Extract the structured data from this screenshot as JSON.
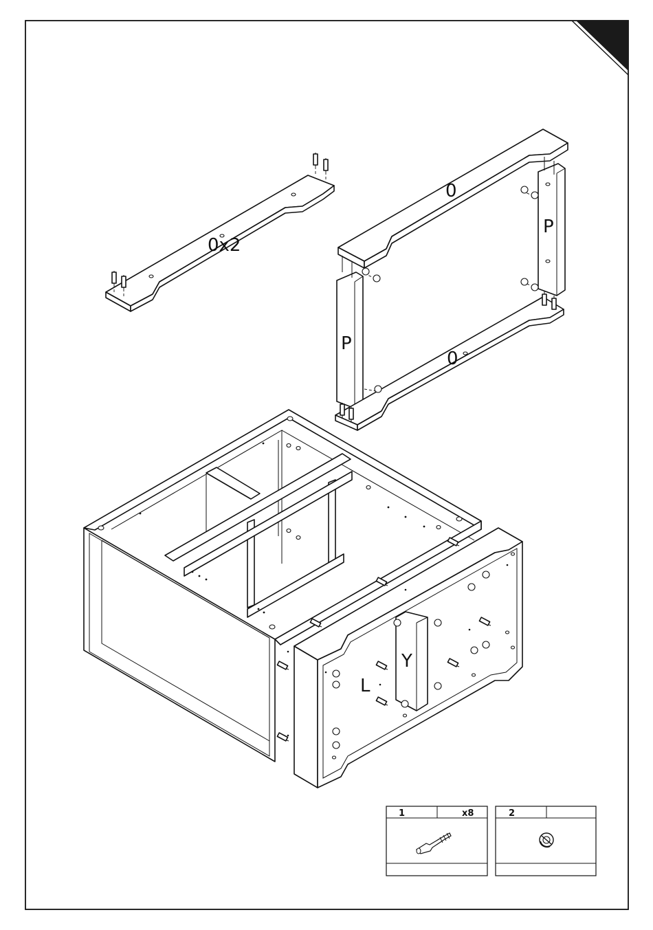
{
  "panel_labels": {
    "top_single_left": "0x2",
    "frame_top": "0",
    "frame_bottom": "0",
    "frame_left": "P",
    "frame_right": "P",
    "cabinet_divider": "Y",
    "cabinet_panel": "L"
  },
  "parts_legend": [
    {
      "number": "1",
      "quantity": "x8",
      "icon": "dowel-fitting-icon"
    },
    {
      "number": "2",
      "quantity": "",
      "icon": "cam-lock-icon"
    }
  ],
  "colors": {
    "line": "#111111",
    "background": "#ffffff",
    "corner_tab": "#1a1a1a"
  }
}
